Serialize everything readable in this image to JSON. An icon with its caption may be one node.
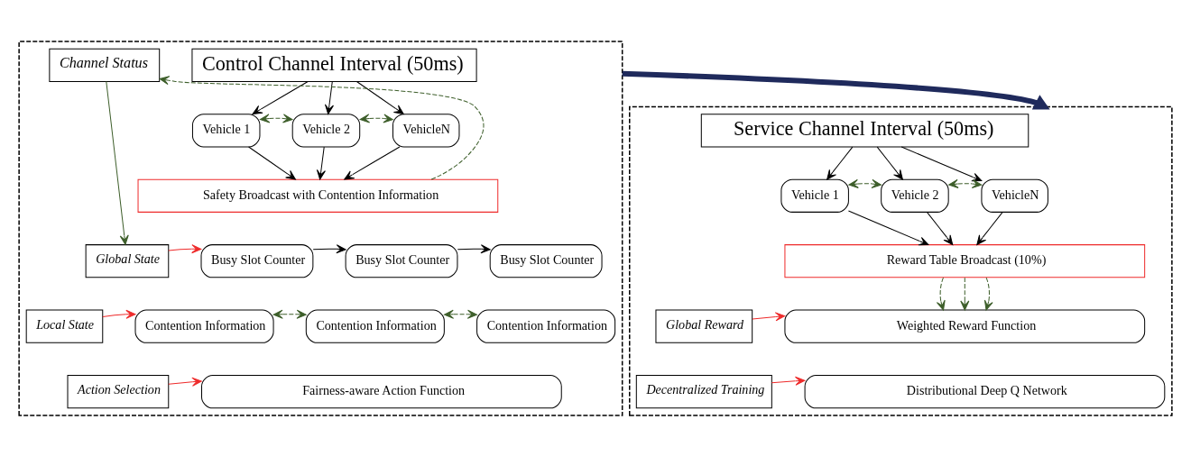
{
  "diagram": {
    "nodes": [
      {
        "text": [],
        "shape": "box"
      },
      {
        "text": [],
        "shape": "box"
      },
      {
        "text": [
          "Channel Status"
        ],
        "in": 0
      },
      {
        "text": [
          "Control Channel Interval (50ms)"
        ],
        "in": 0
      },
      {
        "text": [
          "Vehicle 1"
        ],
        "in": 0
      },
      {
        "text": [
          "Vehicle 2"
        ],
        "in": 0
      },
      {
        "text": [
          "VehicleN"
        ],
        "in": 0
      },
      {
        "text": [
          "Safety Broadcast with Contention Information"
        ],
        "in": 0
      },
      {
        "text": [
          "Global State"
        ],
        "in": 0
      },
      {
        "text": [
          "Busy Slot Counter"
        ],
        "in": 0
      },
      {
        "text": [
          "Busy Slot Counter"
        ],
        "in": 0
      },
      {
        "text": [
          "Busy Slot Counter"
        ],
        "in": 0
      },
      {
        "text": [
          "Local State"
        ],
        "in": 0
      },
      {
        "text": [
          "Contention Information"
        ],
        "in": 0
      },
      {
        "text": [
          "Contention Information"
        ],
        "in": 0
      },
      {
        "text": [
          "Contention Information"
        ],
        "in": 0
      },
      {
        "text": [
          "Action Selection"
        ],
        "in": 0
      },
      {
        "text": [
          "Fairness-aware Action Function"
        ],
        "in": 0
      },
      {
        "text": [
          "Service Channel Interval (50ms)"
        ],
        "in": 1
      },
      {
        "text": [
          "Vehicle 1"
        ],
        "in": 1
      },
      {
        "text": [
          "Vehicle 2"
        ],
        "in": 1
      },
      {
        "text": [
          "VehicleN"
        ],
        "in": 1
      },
      {
        "text": [
          "Reward Table Broadcast (10%)"
        ],
        "in": 1
      },
      {
        "text": [
          "Global Reward"
        ],
        "in": 1
      },
      {
        "text": [
          "Weighted Reward Function"
        ],
        "in": 1
      },
      {
        "text": [
          "Decentralized Training"
        ],
        "in": 1
      },
      {
        "text": [
          "Distributional Deep Q Network"
        ],
        "in": 1
      }
    ],
    "edges": [
      {
        "from": 0,
        "to": 1,
        "arrow": "to",
        "style": "thick",
        "color": "#1f2a5c"
      },
      {
        "from": 3,
        "to": 4,
        "arrow": "to"
      },
      {
        "from": 3,
        "to": 5,
        "arrow": "to"
      },
      {
        "from": 3,
        "to": 6,
        "arrow": "to"
      },
      {
        "from": 4,
        "to": 5,
        "arrow": "both",
        "style": "dashed",
        "color": "#3d5e2a"
      },
      {
        "from": 5,
        "to": 6,
        "arrow": "both",
        "style": "dashed",
        "color": "#3d5e2a"
      },
      {
        "from": 4,
        "to": 7,
        "arrow": "to"
      },
      {
        "from": 5,
        "to": 7,
        "arrow": "to"
      },
      {
        "from": 6,
        "to": 7,
        "arrow": "to"
      },
      {
        "from": 7,
        "to": 2,
        "arrow": "to",
        "style": "dashed",
        "color": "#3d5e2a"
      },
      {
        "from": 2,
        "to": 8,
        "arrow": "to",
        "color": "#3d5e2a"
      },
      {
        "from": 8,
        "to": 9,
        "arrow": "to",
        "color": "#ee2b2b"
      },
      {
        "from": 9,
        "to": 10,
        "arrow": "to"
      },
      {
        "from": 10,
        "to": 11,
        "arrow": "to"
      },
      {
        "from": 12,
        "to": 13,
        "arrow": "to",
        "color": "#ee2b2b"
      },
      {
        "from": 13,
        "to": 14,
        "arrow": "both",
        "style": "dashed",
        "color": "#3d5e2a"
      },
      {
        "from": 14,
        "to": 15,
        "arrow": "both",
        "style": "dashed",
        "color": "#3d5e2a"
      },
      {
        "from": 16,
        "to": 17,
        "arrow": "to",
        "color": "#ee2b2b"
      },
      {
        "from": 18,
        "to": 19,
        "arrow": "to"
      },
      {
        "from": 18,
        "to": 20,
        "arrow": "to"
      },
      {
        "from": 18,
        "to": 21,
        "arrow": "to"
      },
      {
        "from": 19,
        "to": 20,
        "arrow": "both",
        "style": "dashed",
        "color": "#3d5e2a"
      },
      {
        "from": 20,
        "to": 21,
        "arrow": "both",
        "style": "dashed",
        "color": "#3d5e2a"
      },
      {
        "from": 19,
        "to": 22,
        "arrow": "to"
      },
      {
        "from": 20,
        "to": 22,
        "arrow": "to"
      },
      {
        "from": 21,
        "to": 22,
        "arrow": "to"
      },
      {
        "from": 22,
        "to": 24,
        "arrow": "to",
        "style": "dashed",
        "color": "#3d5e2a"
      },
      {
        "from": 22,
        "to": 24,
        "arrow": "to",
        "style": "dashed",
        "color": "#3d5e2a"
      },
      {
        "from": 22,
        "to": 24,
        "arrow": "to",
        "style": "dashed",
        "color": "#3d5e2a"
      },
      {
        "from": 23,
        "to": 24,
        "arrow": "to",
        "color": "#ee2b2b"
      },
      {
        "from": 25,
        "to": 26,
        "arrow": "to",
        "color": "#ee2b2b"
      }
    ]
  }
}
